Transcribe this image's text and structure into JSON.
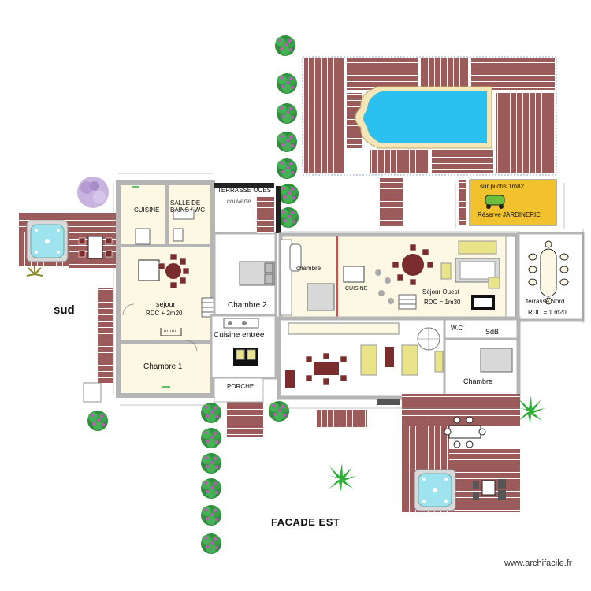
{
  "labels": {
    "sud": "sud",
    "facade": "FACADE  EST",
    "watermark": "www.archifacile.fr",
    "cuisine_left": "CUISINE",
    "salle_bains_1": "SALLE DE",
    "salle_bains_2": "BAINS / WC",
    "terrasse_ouest": "TERRASSE OUEST",
    "couverte": "couverte",
    "sejour": "sejour",
    "sejour_rdc": "RDC + 2m20",
    "chambre1": "Chambre 1",
    "chambre2": "Chambre 2",
    "cuisine_entree": "Cuisine entrée",
    "porche": "PORCHE",
    "chambre_upper": "chambre",
    "cuisine_center": "CUISINE",
    "sejour_ouest": "Séjour Ouest",
    "sejour_ouest_rdc": "RDC = 1m30",
    "terrasse_nord": "terrasse Nord",
    "terrasse_nord_rdc": "RDC = 1 m20",
    "wc": "W.C",
    "sdb": "SdB",
    "chambre_right": "Chambre",
    "pilotis": "sur pilotis 1m82",
    "reserve": "Réserve JARDINERIE"
  },
  "colors": {
    "deck": "#9b5b5b",
    "deck_line": "#ffffff",
    "wall": "#b5b5b5",
    "room_fill": "#fdf8e3",
    "pool": "#2cc0f0",
    "pool_edge": "#f4e6b8",
    "reserve": "#f2c12e",
    "shrub": "#3aa24a",
    "flower": "#c05ab8",
    "sofa": "#e9e48a",
    "table": "#7a2d2d",
    "spa": "#9fe3ee"
  },
  "icons": [
    "shrub-icon",
    "palm-icon",
    "spa-icon",
    "pool-icon",
    "bed-icon",
    "table-icon",
    "sofa-icon",
    "car-icon",
    "stair-icon"
  ]
}
